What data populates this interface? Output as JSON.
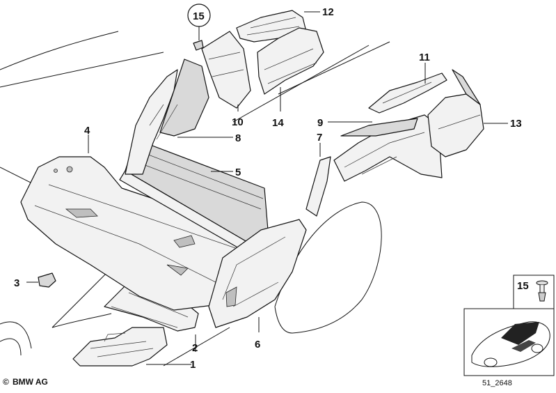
{
  "diagram": {
    "callouts": {
      "c1": "1",
      "c2": "2",
      "c3": "3",
      "c4": "4",
      "c5": "5",
      "c6": "6",
      "c7": "7",
      "c8": "8",
      "c9": "9",
      "c10": "10",
      "c11": "11",
      "c12": "12",
      "c13": "13",
      "c14": "14",
      "c15": "15"
    },
    "inset": {
      "label": "15"
    },
    "footer": {
      "brand": "BMW AG",
      "copyright_symbol": "©",
      "reference": "51_2648"
    }
  }
}
